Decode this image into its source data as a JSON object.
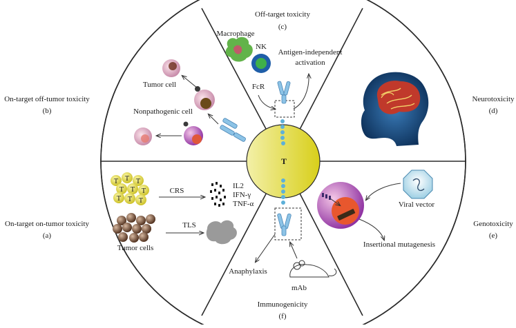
{
  "center_label": "T",
  "sections": {
    "off_target": {
      "title": "Off-target toxicity",
      "letter": "(c)",
      "labels": {
        "macrophage": "Macrophage",
        "nk": "NK",
        "antigen_line1": "Antigen-independent",
        "antigen_line2": "activation",
        "fcr": "FcR"
      }
    },
    "on_target_off_tumor": {
      "title": "On-target off-tumor toxicity",
      "letter": "(b)",
      "labels": {
        "tumor_cell": "Tumor cell",
        "nonpathogenic_cell": "Nonpathogenic cell"
      }
    },
    "neurotoxicity": {
      "title": "Neurotoxicity",
      "letter": "(d)"
    },
    "on_target_on_tumor": {
      "title": "On-target on-tumor toxicity",
      "letter": "(a)",
      "labels": {
        "crs": "CRS",
        "il2": "IL2",
        "ifn": "IFN-γ",
        "tnf": "TNF-α",
        "tls": "TLS",
        "tumor_cells": "Tumor cells",
        "t_letter": "T"
      }
    },
    "genotoxicity": {
      "title": "Genotoxicity",
      "letter": "(e)",
      "labels": {
        "viral_vector": "Viral vector",
        "insertional": "Insertional mutagenesis"
      }
    },
    "immunogenicity": {
      "title": "Immunogenicity",
      "letter": "(f)",
      "labels": {
        "anaphylaxis": "Anaphylaxis",
        "mab": "mAb"
      }
    }
  },
  "colors": {
    "center_yellow": "#e8e23a",
    "car_blue": "#7fb8e0",
    "cell_purple": "#9b4fb0",
    "brain_red": "#c0392b"
  }
}
